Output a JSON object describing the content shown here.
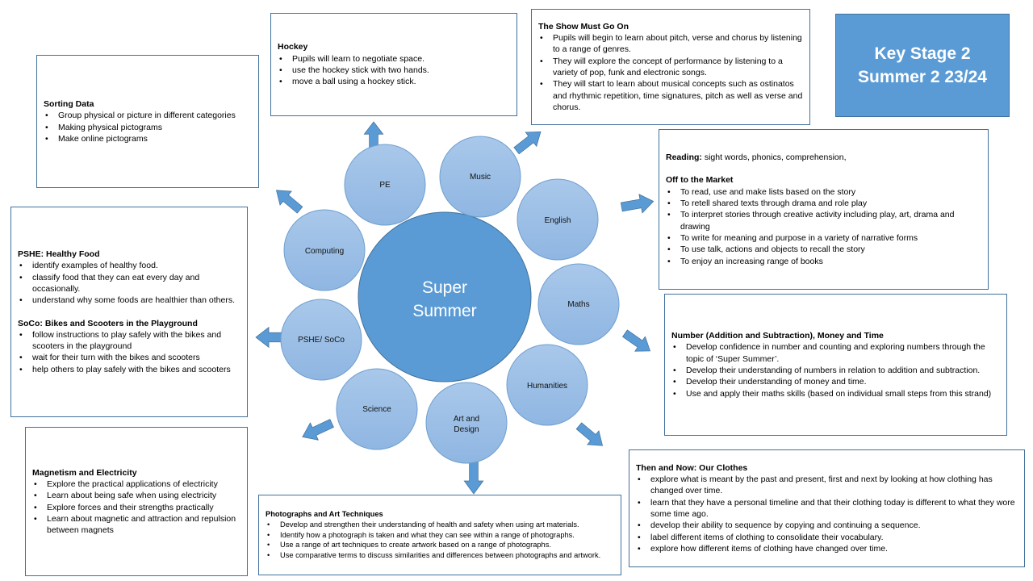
{
  "title": {
    "line1": "Key Stage 2",
    "line2": "Summer 2 23/24",
    "color": "#5b9bd5"
  },
  "center": {
    "line1": "Super",
    "line2": "Summer",
    "color": "#5b9bd5"
  },
  "subjects": {
    "pe": "PE",
    "music": "Music",
    "english": "English",
    "maths": "Maths",
    "humanities": "Humanities",
    "art_line1": "Art and",
    "art_line2": "Design",
    "science": "Science",
    "pshe": "PSHE/ SoCo",
    "computing": "Computing"
  },
  "colors": {
    "circle_fill": "#9dc3e6",
    "arrow_fill": "#5b9bd5",
    "border": "#41719c"
  },
  "boxes": {
    "computing": {
      "heading": "Sorting Data",
      "items": [
        "Group physical or picture in different categories",
        "Making physical pictograms",
        "Make online pictograms"
      ]
    },
    "pe": {
      "heading": "Hockey",
      "items": [
        "Pupils will learn to negotiate space.",
        "use the hockey stick with two hands.",
        "move a ball using a hockey stick."
      ]
    },
    "music": {
      "heading": "The Show Must Go On",
      "items": [
        "Pupils will begin to learn about pitch, verse and chorus by listening to a range of genres.",
        "They will explore the concept of performance by listening to a variety of pop, funk and electronic songs.",
        "They will start to learn about musical concepts such as ostinatos and rhythmic repetition, time signatures, pitch as well as verse and chorus."
      ]
    },
    "english": {
      "reading_label": "Reading:",
      "reading_text": " sight words, phonics, comprehension,",
      "heading": "Off to the Market",
      "items": [
        "To read, use and make lists based on the story",
        "To retell shared texts through drama and role play",
        "To interpret stories through creative activity including play, art, drama and drawing",
        "To write for meaning and purpose in a variety of narrative forms",
        "To use talk, actions and objects to recall the story",
        "To enjoy an increasing range of books"
      ]
    },
    "maths": {
      "heading": "Number (Addition and Subtraction), Money and Time",
      "items": [
        "Develop confidence in number and counting and exploring numbers through the topic of ‘Super Summer’.",
        "Develop their understanding of numbers in relation to addition and subtraction.",
        "Develop their understanding of money and time.",
        "Use and apply their maths skills (based on individual small steps from this strand)"
      ]
    },
    "humanities": {
      "heading": "Then and Now: Our Clothes",
      "items": [
        "explore what is meant by the past and present, first and next by looking at how clothing has changed over time.",
        "learn that they have a personal timeline and that their clothing today is different to what they wore some time ago.",
        "develop their ability to sequence by copying and continuing a sequence.",
        "label different items of clothing to consolidate their vocabulary.",
        "explore how different items of clothing have changed over time."
      ]
    },
    "art": {
      "heading": "Photographs and Art Techniques",
      "items": [
        "Develop and strengthen their understanding of health and safety when using art materials.",
        "Identify how a photograph is taken and what they can see within a range of photographs.",
        "Use a range of art techniques to create artwork based on a range of photographs.",
        "Use comparative terms to discuss similarities and differences between photographs and artwork."
      ]
    },
    "science": {
      "heading": "Magnetism and Electricity",
      "items": [
        "Explore the practical applications of electricity",
        "Learn about being safe when using electricity",
        "Explore forces and their strengths practically",
        "Learn about magnetic and attraction and repulsion between magnets"
      ]
    },
    "pshe": {
      "heading": "PSHE: Healthy Food",
      "items": [
        "identify examples of healthy food.",
        "classify food that they can eat every day and occasionally.",
        "understand why some foods are healthier than others."
      ],
      "heading2": "SoCo: Bikes and Scooters in the Playground",
      "items2": [
        "follow instructions to play safely with the bikes and scooters in the playground",
        "wait for their turn with the bikes and scooters",
        "help others to play safely with the bikes and scooters"
      ]
    }
  }
}
